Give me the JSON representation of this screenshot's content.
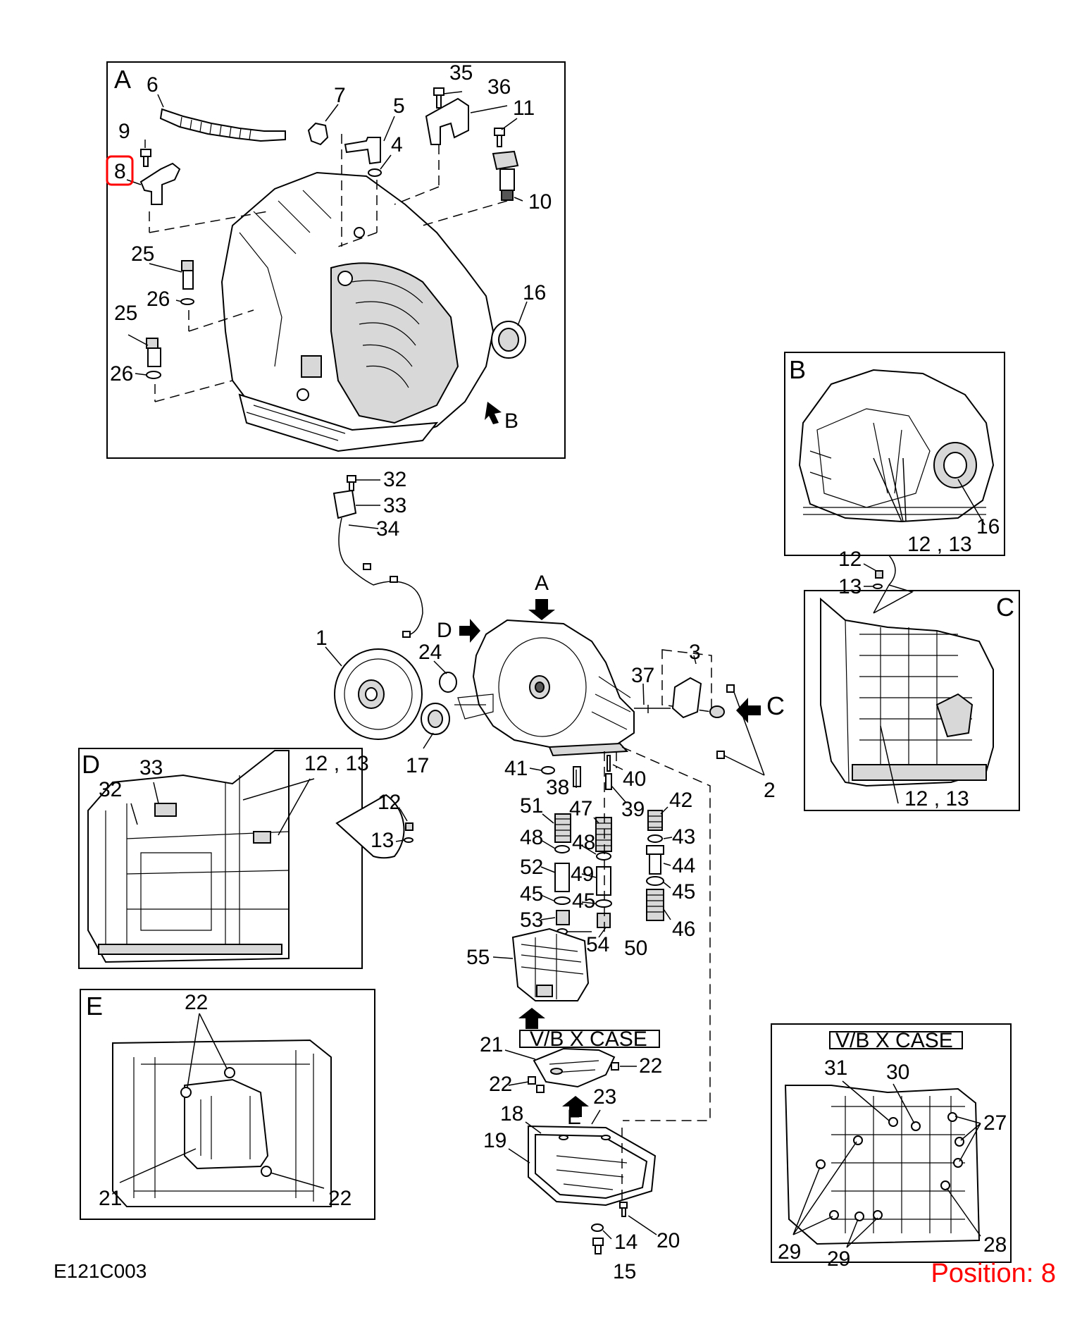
{
  "diagram": {
    "code": "E121C003",
    "position_label": "Position: 8",
    "highlight_color": "#ff0000",
    "panels": {
      "A": "A",
      "B": "B",
      "C": "C",
      "D": "D",
      "E": "E"
    },
    "vb_x_case": "V/B X CASE",
    "labels": {
      "p1": "1",
      "p2": "2",
      "p3": "3",
      "p4": "4",
      "p5": "5",
      "p6": "6",
      "p7": "7",
      "p8": "8",
      "p9": "9",
      "p10": "10",
      "p11": "11",
      "p12": "12",
      "p13": "13",
      "p12_13": "12 , 13",
      "p14": "14",
      "p15": "15",
      "p16": "16",
      "p17": "17",
      "p18": "18",
      "p19": "19",
      "p20": "20",
      "p21": "21",
      "p22": "22",
      "p23": "23",
      "p24": "24",
      "p25": "25",
      "p26": "26",
      "p27": "27",
      "p28": "28",
      "p29": "29",
      "p30": "30",
      "p31": "31",
      "p32": "32",
      "p33": "33",
      "p34": "34",
      "p35": "35",
      "p36": "36",
      "p37": "37",
      "p38": "38",
      "p39": "39",
      "p40": "40",
      "p41": "41",
      "p42": "42",
      "p43": "43",
      "p44": "44",
      "p45": "45",
      "p46": "46",
      "p47": "47",
      "p48": "48",
      "p49": "49",
      "p50": "50",
      "p51": "51",
      "p52": "52",
      "p53": "53",
      "p54": "54",
      "p55": "55"
    }
  }
}
